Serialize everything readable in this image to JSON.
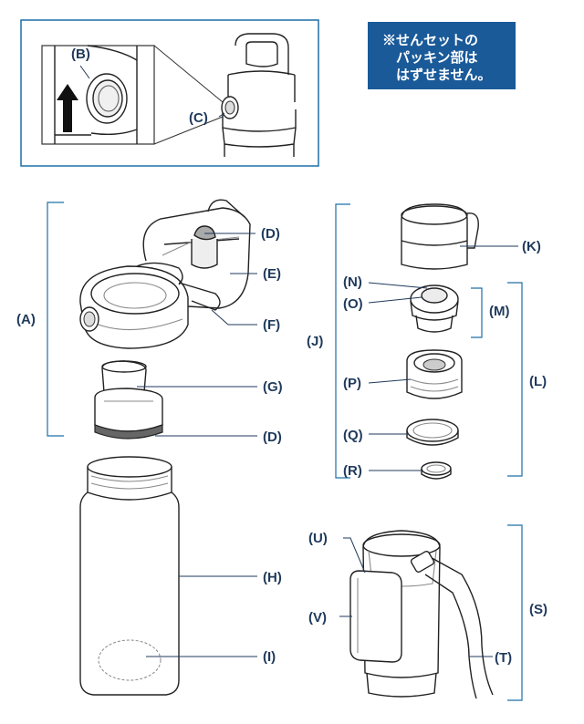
{
  "note": {
    "line1": "※せんセットの",
    "line2": "パッキン部は",
    "line3": "はずせません。"
  },
  "labels": {
    "A": "(A)",
    "B": "(B)",
    "C": "(C)",
    "D": "(D)",
    "D2": "(D)",
    "E": "(E)",
    "F": "(F)",
    "G": "(G)",
    "H": "(H)",
    "I": "(I)",
    "J": "(J)",
    "K": "(K)",
    "L": "(L)",
    "M": "(M)",
    "N": "(N)",
    "O": "(O)",
    "P": "(P)",
    "Q": "(Q)",
    "R": "(R)",
    "S": "(S)",
    "T": "(T)",
    "U": "(U)",
    "V": "(V)"
  },
  "colors": {
    "frame": "#1d6fa8",
    "note_bg": "#1a5a99",
    "label": "#1f3a5c",
    "outline": "#222222"
  },
  "icons": {
    "arrow": "up-arrow-icon"
  }
}
